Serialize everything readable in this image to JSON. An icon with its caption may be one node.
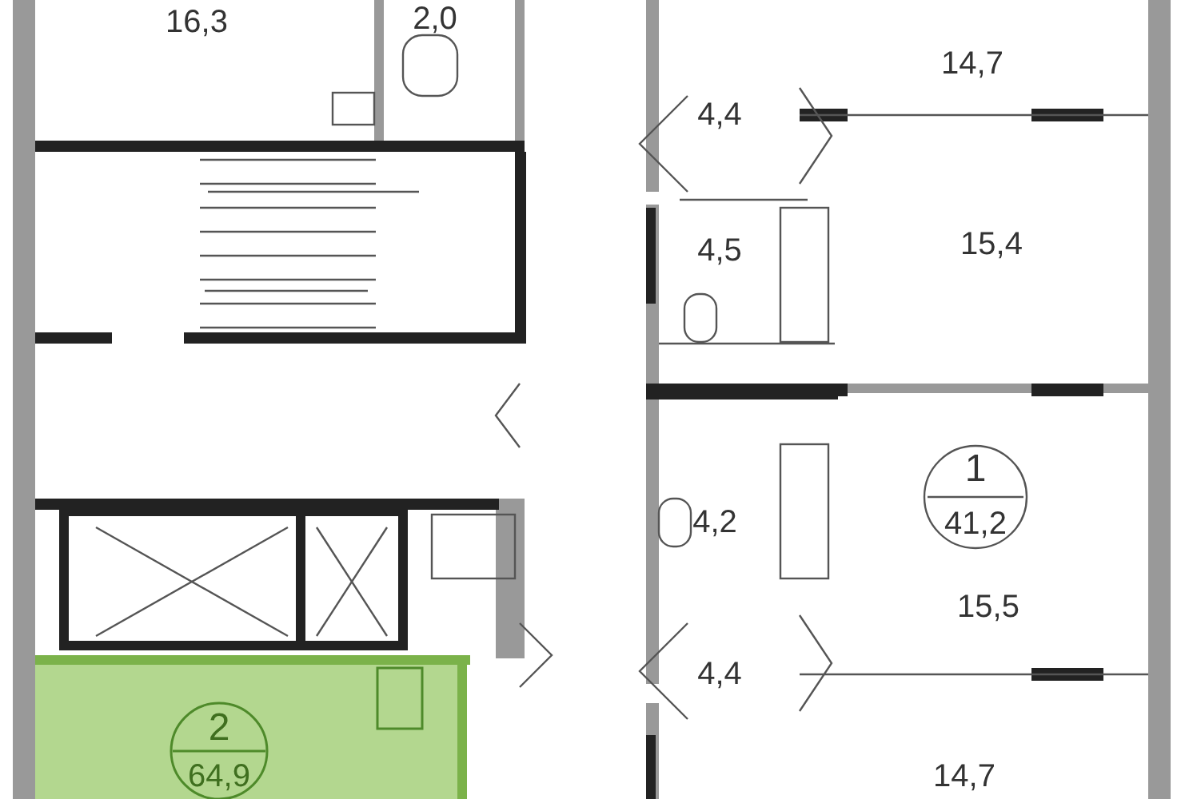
{
  "diagram": {
    "labels": [
      "16,3",
      "2,0",
      "14,7",
      "4,4",
      "4,5",
      "15,4",
      "1",
      "4,2",
      "41,2",
      "15,5",
      "4,4",
      "2",
      "64,9",
      "14,7"
    ]
  }
}
